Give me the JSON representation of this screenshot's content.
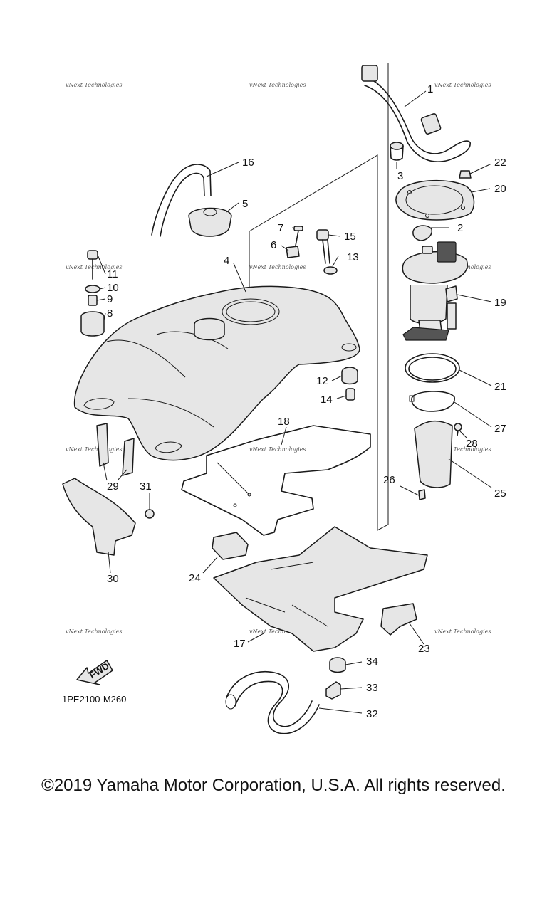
{
  "diagram_code": "1PE2100-M260",
  "fwd_label": "FWD",
  "watermark_text": "vNext Technologies",
  "copyright": "©2019 Yamaha Motor Corporation, U.S.A. All rights reserved.",
  "callouts": [
    "1",
    "2",
    "3",
    "4",
    "5",
    "6",
    "7",
    "8",
    "9",
    "10",
    "11",
    "12",
    "13",
    "14",
    "15",
    "16",
    "17",
    "18",
    "19",
    "20",
    "21",
    "22",
    "23",
    "24",
    "25",
    "26",
    "27",
    "28",
    "29",
    "30",
    "31",
    "32",
    "33",
    "34"
  ]
}
